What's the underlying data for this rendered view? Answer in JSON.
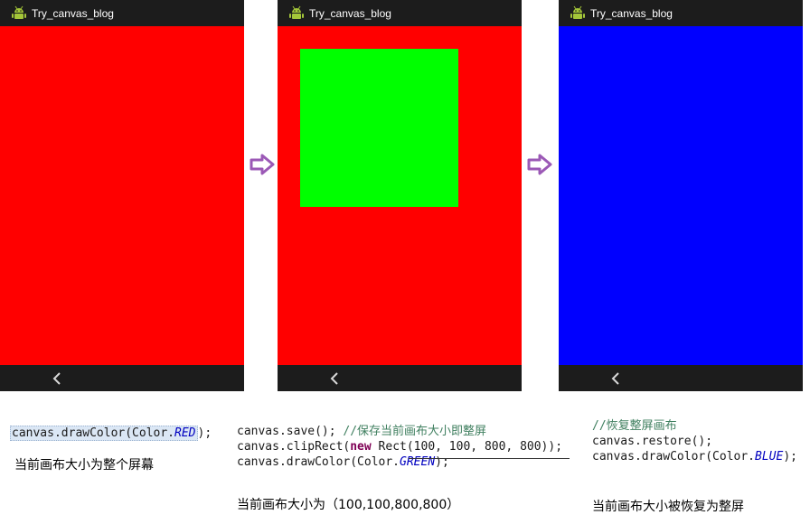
{
  "app_title": "Try_canvas_blog",
  "colors": {
    "red": "#ff0000",
    "green": "#00ff00",
    "blue": "#0000ff",
    "bar": "#1c1c1c",
    "arrow": "#9b59b6"
  },
  "icons": {
    "launcher": "android-icon",
    "back": "back-chevron-icon",
    "transition": "right-arrow-icon"
  },
  "panel1": {
    "code": {
      "prefix": "canvas.drawColor(Color.",
      "const": "RED",
      "suffix": ");"
    },
    "caption": "当前画布大小为整个屏幕"
  },
  "panel2": {
    "line1": {
      "code": "canvas.save(); ",
      "comment": "//保存当前画布大小即整屏"
    },
    "line2": {
      "prefix": "canvas.clipRect(",
      "kw": "new",
      "rest": " Rect(100, 100, 800, 800));"
    },
    "line3": {
      "prefix": "canvas.drawColor(Color.",
      "const": "GREEN",
      "suffix": ");"
    },
    "caption": "当前画布大小为（100,100,800,800）"
  },
  "panel3": {
    "line1": "//恢复整屏画布",
    "line2": "canvas.restore();",
    "line3": {
      "prefix": "canvas.drawColor(Color.",
      "const": "BLUE",
      "suffix": ");"
    },
    "caption": "当前画布大小被恢复为整屏"
  }
}
